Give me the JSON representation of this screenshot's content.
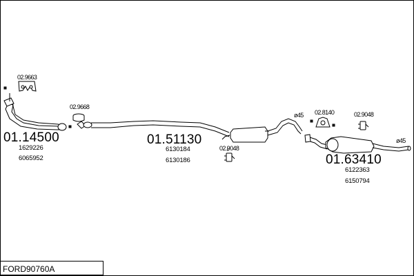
{
  "diagram_code": "FORD90760A",
  "sections": [
    {
      "part_number": "01.14500",
      "oem_numbers": [
        "1629226",
        "6065952"
      ]
    },
    {
      "part_number": "01.51130",
      "oem_numbers": [
        "6130184",
        "6130186"
      ]
    },
    {
      "part_number": "01.63410",
      "oem_numbers": [
        "6122363",
        "6150794"
      ]
    }
  ],
  "accessories": {
    "gasket_front": "02.9663",
    "clamp_front": "02.9668",
    "hanger_middle": "02.9048",
    "hanger_rear_a": "02.8140",
    "hanger_rear_b": "02.9048"
  },
  "pipe_diameters": {
    "middle_outlet": "ø45",
    "tail_outlet": "ø45"
  }
}
